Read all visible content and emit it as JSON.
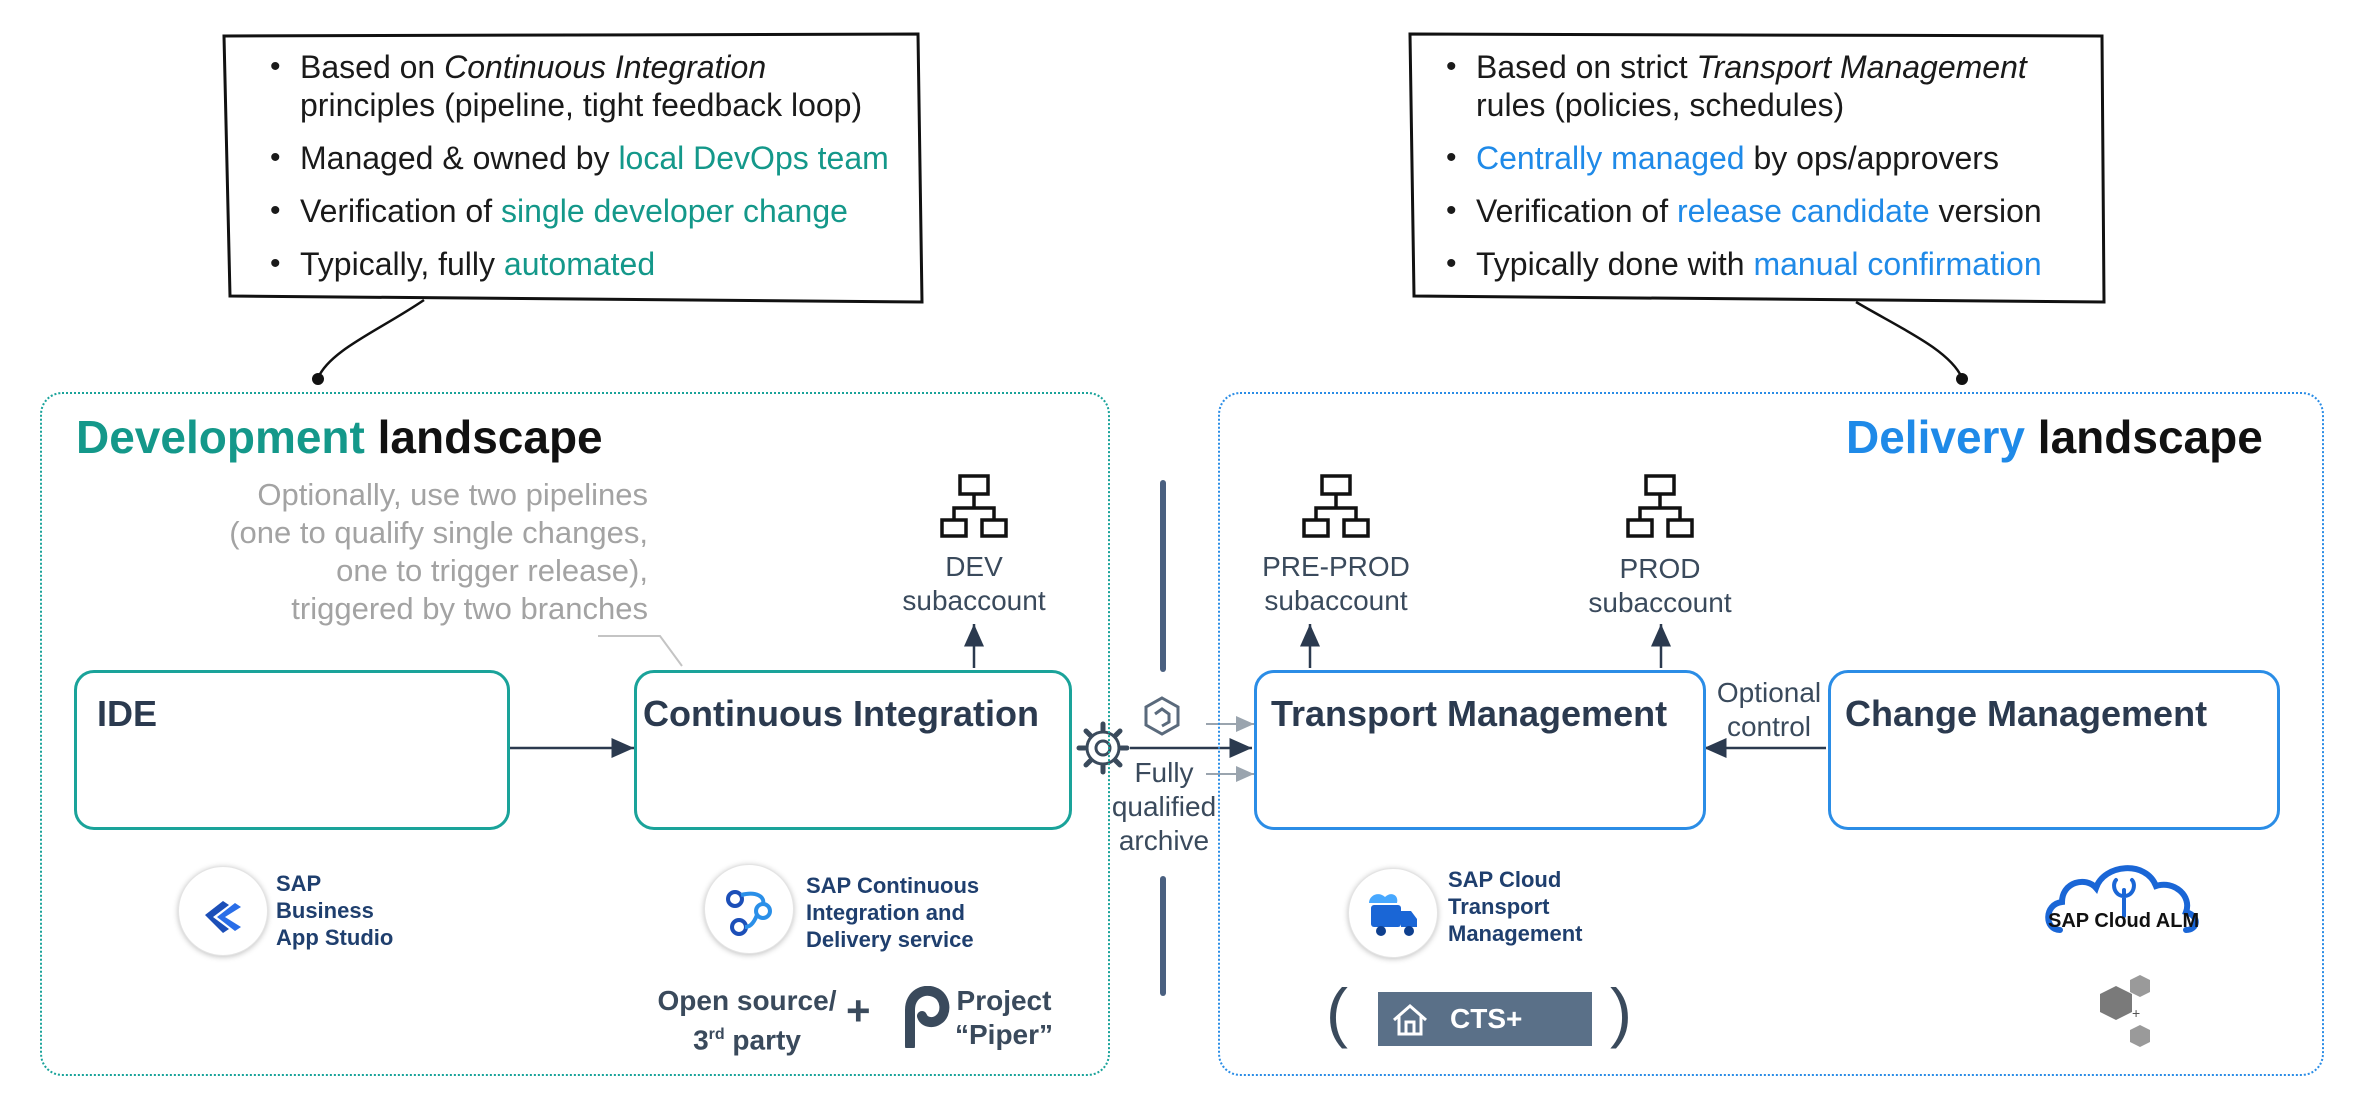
{
  "callouts": {
    "left": {
      "b1_pre": "Based on ",
      "b1_em": "Continuous Integration",
      "b1_post": " principles (pipeline, tight feedback loop)",
      "b2_pre": "Managed & owned by ",
      "b2_hl": "local DevOps team",
      "b3_pre": "Verification of ",
      "b3_hl": "single developer change",
      "b4_pre": "Typically, fully ",
      "b4_hl": "automated"
    },
    "right": {
      "b1_pre": "Based on strict ",
      "b1_em": "Transport Management",
      "b1_post": " rules (policies, schedules)",
      "b2_hl": "Centrally managed",
      "b2_post": " by ops/approvers",
      "b3_pre": "Verification of ",
      "b3_hl": "release candidate",
      "b3_post": " version",
      "b4_pre": "Typically done with ",
      "b4_hl": "manual confirmation"
    }
  },
  "dev_landscape": {
    "title_accent": "Development",
    "title_rest": " landscape",
    "note_lines": [
      "Optionally, use two pipelines",
      "(one to qualify single changes,",
      "one to trigger release),",
      "triggered by two branches"
    ],
    "ide_label": "IDE",
    "ci_label": "Continuous Integration",
    "dev_sub_line1": "DEV",
    "dev_sub_line2": "subaccount",
    "bas_lines": [
      "SAP",
      "Business",
      "App Studio"
    ],
    "cicd_lines": [
      "SAP Continuous",
      "Integration and",
      "Delivery service"
    ],
    "oss_line1": "Open source/",
    "oss_line2_base": "3",
    "oss_line2_sup": "rd",
    "oss_line2_rest": " party",
    "plus": "+",
    "piper_line1": "Project",
    "piper_line2": "“Piper”"
  },
  "middle": {
    "archive_lines": [
      "Fully",
      "qualified",
      "archive"
    ]
  },
  "delivery_landscape": {
    "title_accent": "Delivery",
    "title_rest": " landscape",
    "tm_label": "Transport Management",
    "cm_label": "Change Management",
    "preprod_line1": "PRE-PROD",
    "preprod_line2": "subaccount",
    "prod_line1": "PROD",
    "prod_line2": "subaccount",
    "optional_line1": "Optional",
    "optional_line2": "control",
    "ctms_lines": [
      "SAP Cloud",
      "Transport",
      "Management"
    ],
    "cts_label": "CTS+",
    "paren_open": "(",
    "paren_close": ")",
    "alm_label": "SAP Cloud ALM"
  },
  "colors": {
    "teal": "#1aa39a",
    "blue": "#2b8de6",
    "dark": "#2b3a4f",
    "note_grey": "#a3a3a3"
  },
  "icons": [
    "hierarchy-icon",
    "gear-icon",
    "hexagon-archive-icon",
    "truck-icon",
    "home-icon",
    "cloud-icon"
  ]
}
